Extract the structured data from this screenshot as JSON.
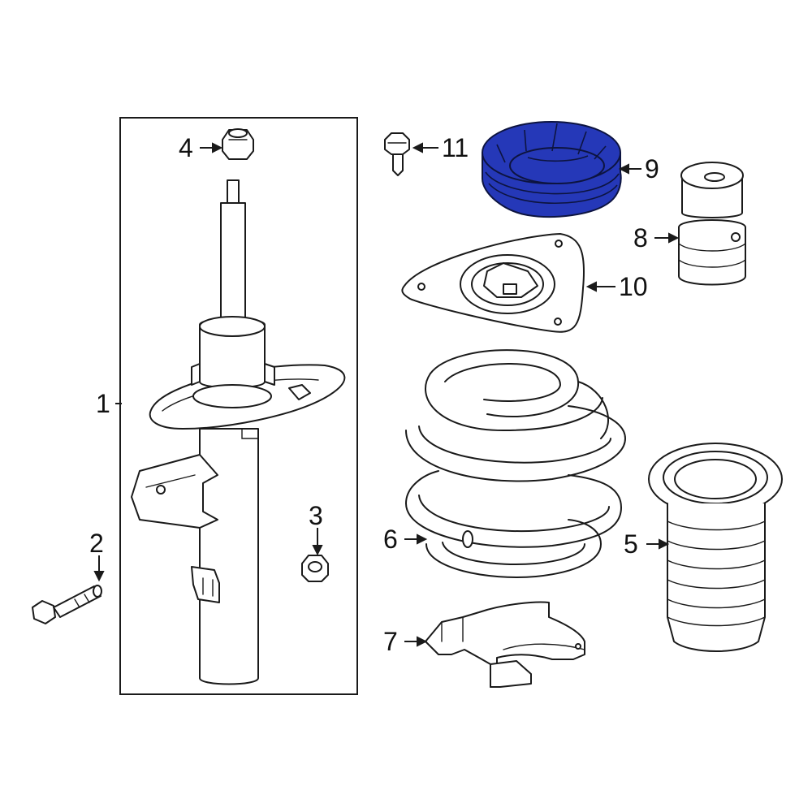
{
  "diagram": {
    "highlight_color": "#2538b8",
    "line_color": "#1a1a1a",
    "callouts": [
      {
        "id": "1",
        "label": "1"
      },
      {
        "id": "2",
        "label": "2"
      },
      {
        "id": "3",
        "label": "3"
      },
      {
        "id": "4",
        "label": "4"
      },
      {
        "id": "5",
        "label": "5"
      },
      {
        "id": "6",
        "label": "6"
      },
      {
        "id": "7",
        "label": "7"
      },
      {
        "id": "8",
        "label": "8"
      },
      {
        "id": "9",
        "label": "9"
      },
      {
        "id": "10",
        "label": "10"
      },
      {
        "id": "11",
        "label": "11"
      }
    ],
    "highlighted_part": "9"
  }
}
